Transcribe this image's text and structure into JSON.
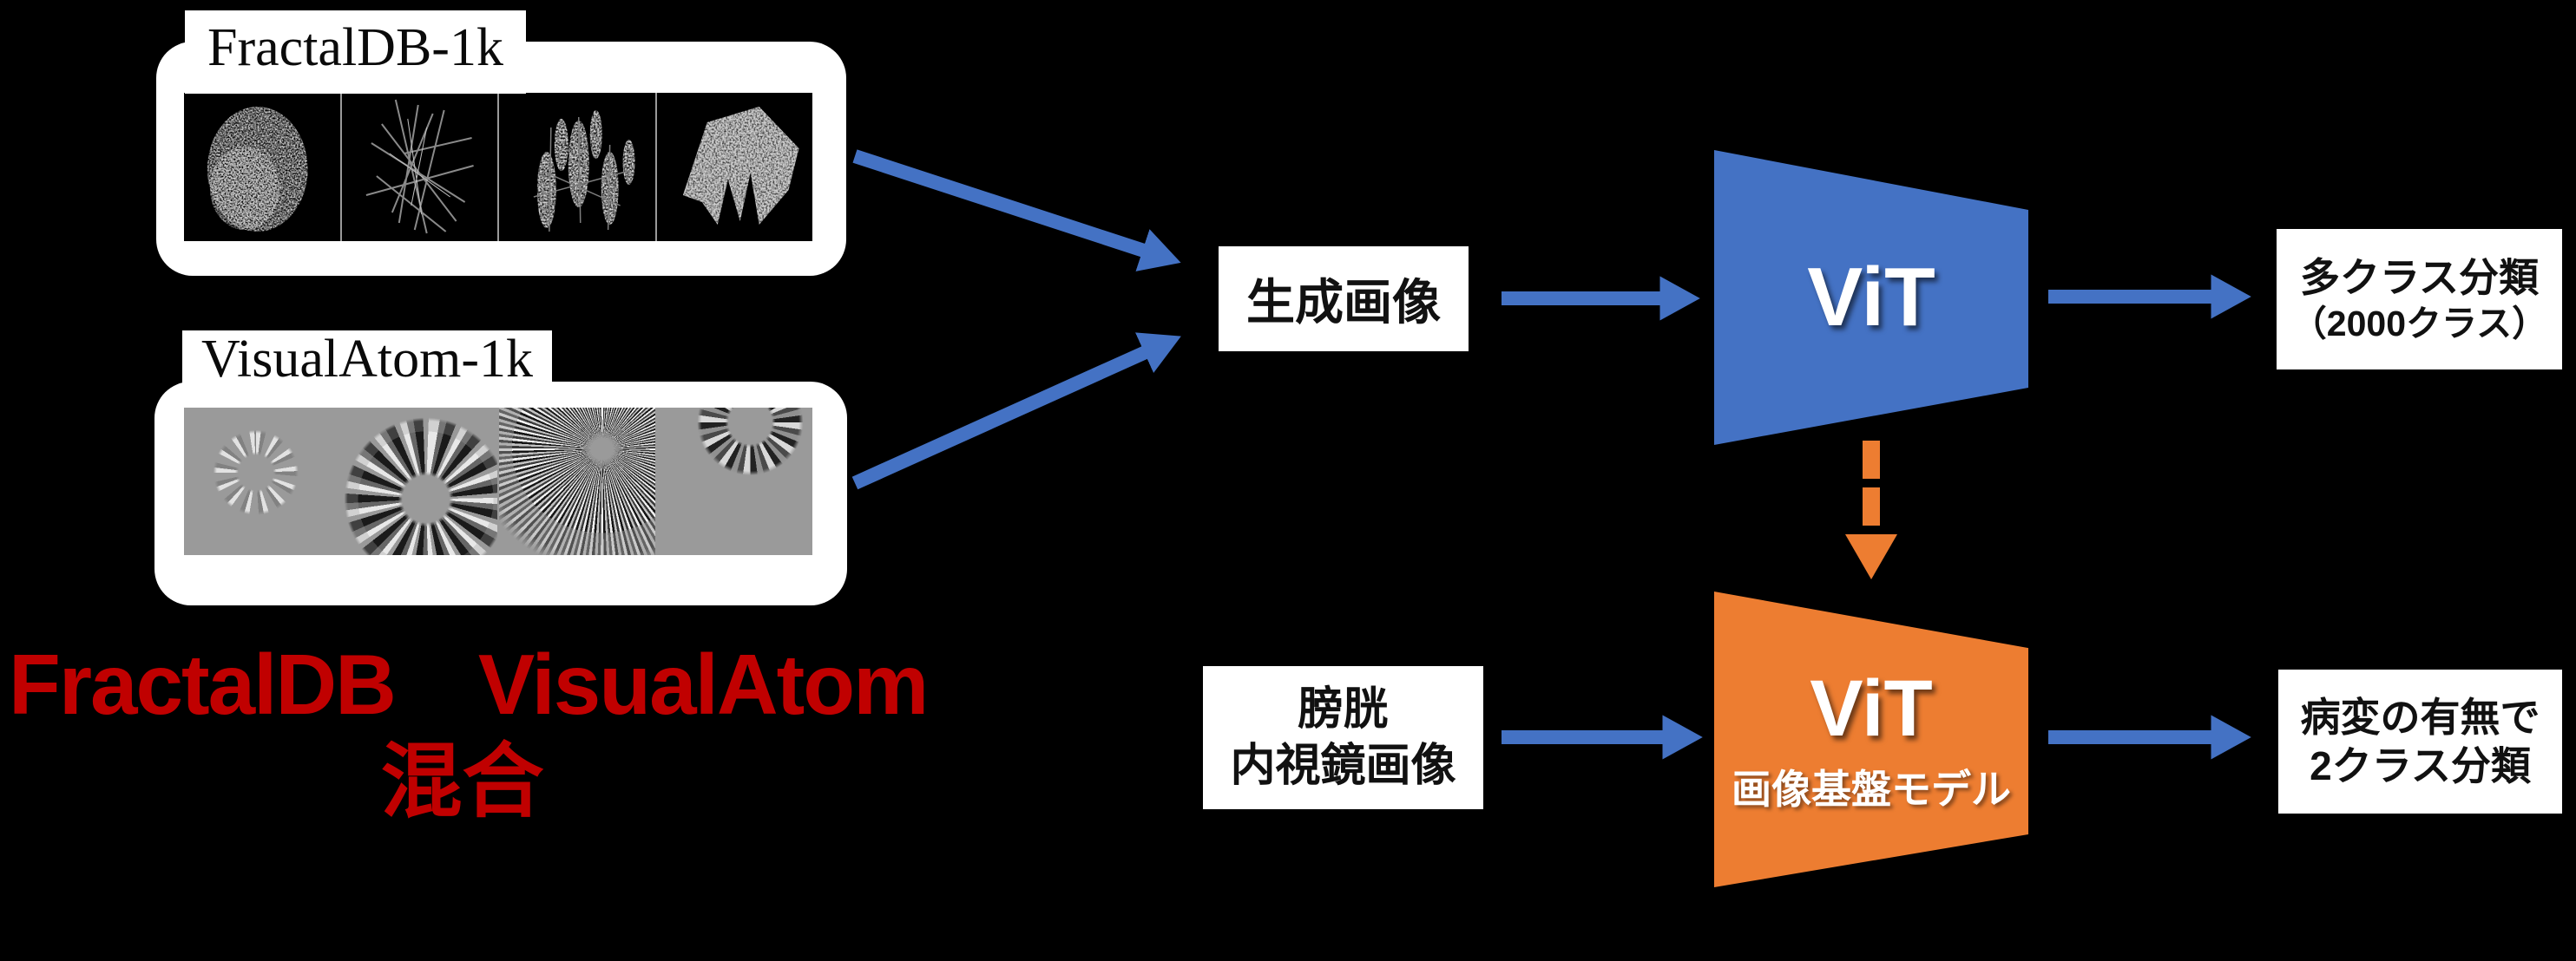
{
  "colors": {
    "background": "#000000",
    "accent_blue": "#4472C4",
    "accent_orange": "#ED7D31",
    "caption_red": "#C00000",
    "box_background": "#FFFFFF",
    "box_text": "#111111"
  },
  "datasets": {
    "fractaldb": {
      "label": "FractalDB-1k",
      "image_names": [
        "fractal-dot-cloud",
        "fractal-needle-lines",
        "fractal-feather-clusters",
        "fractal-jagged-patch"
      ]
    },
    "visualatom": {
      "label": "VisualAtom-1k",
      "image_names": [
        "atom-small-spiky-ring",
        "atom-large-gear-ring",
        "atom-radial-burst",
        "atom-spiky-gear-top"
      ]
    },
    "mix_caption": {
      "line1": "FractalDB　VisualAtom",
      "line2": "混合"
    }
  },
  "pretrain_flow": {
    "input_label": "生成画像",
    "model_label": "ViT",
    "output_line1": "多クラス分類",
    "output_line2": "（2000クラス）"
  },
  "finetune_flow": {
    "input_line1": "膀胱",
    "input_line2": "内視鏡画像",
    "model_label": "ViT",
    "model_sublabel": "画像基盤モデル",
    "output_line1": "病変の有無で",
    "output_line2": "2クラス分類"
  }
}
